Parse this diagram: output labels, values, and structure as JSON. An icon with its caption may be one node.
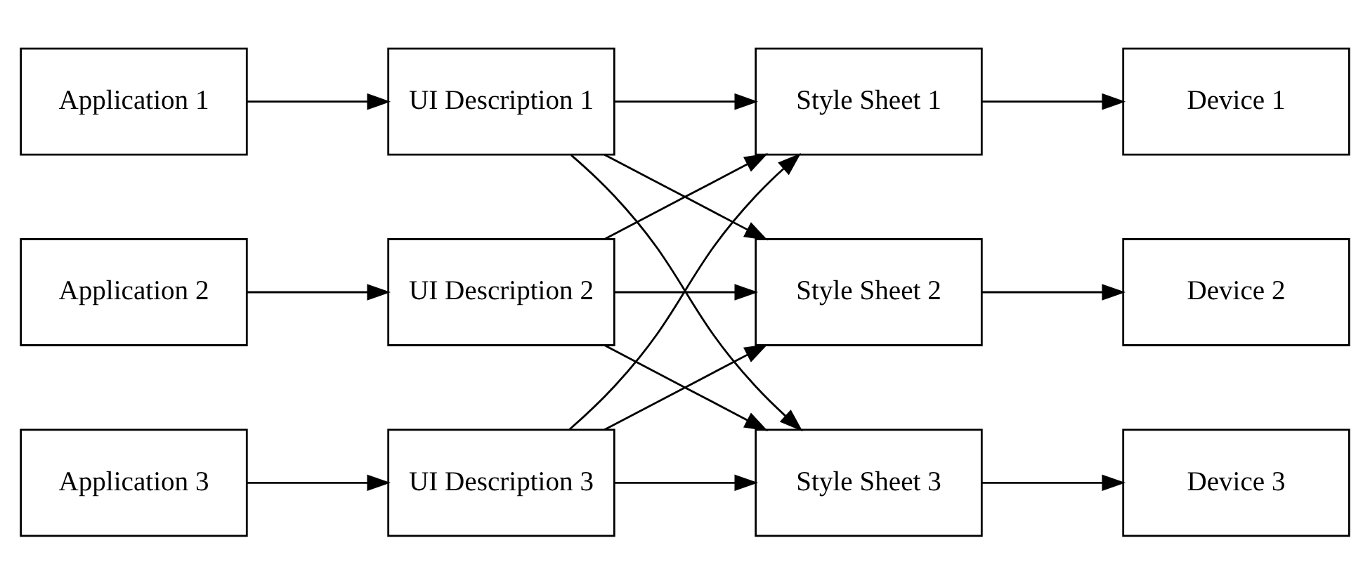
{
  "diagram": {
    "nodes": [
      {
        "text": [
          "Application 1"
        ]
      },
      {
        "text": [
          "UI Description 1"
        ]
      },
      {
        "text": [
          "Style Sheet 1"
        ]
      },
      {
        "text": [
          "Device 1"
        ]
      },
      {
        "text": [
          "Application 2"
        ]
      },
      {
        "text": [
          "UI Description 2"
        ]
      },
      {
        "text": [
          "Style Sheet 2"
        ]
      },
      {
        "text": [
          "Device 2"
        ]
      },
      {
        "text": [
          "Application 3"
        ]
      },
      {
        "text": [
          "UI Description 3"
        ]
      },
      {
        "text": [
          "Style Sheet 3"
        ]
      },
      {
        "text": [
          "Device 3"
        ]
      }
    ],
    "edges": [
      {
        "from": 0,
        "to": 1,
        "arrow": "to"
      },
      {
        "from": 4,
        "to": 5,
        "arrow": "to"
      },
      {
        "from": 8,
        "to": 9,
        "arrow": "to"
      },
      {
        "from": 1,
        "to": 2,
        "arrow": "to"
      },
      {
        "from": 1,
        "to": 6,
        "arrow": "to"
      },
      {
        "from": 1,
        "to": 10,
        "arrow": "to"
      },
      {
        "from": 5,
        "to": 2,
        "arrow": "to"
      },
      {
        "from": 5,
        "to": 6,
        "arrow": "to"
      },
      {
        "from": 5,
        "to": 10,
        "arrow": "to"
      },
      {
        "from": 9,
        "to": 2,
        "arrow": "to"
      },
      {
        "from": 9,
        "to": 6,
        "arrow": "to"
      },
      {
        "from": 9,
        "to": 10,
        "arrow": "to"
      },
      {
        "from": 2,
        "to": 3,
        "arrow": "to"
      },
      {
        "from": 6,
        "to": 7,
        "arrow": "to"
      },
      {
        "from": 10,
        "to": 11,
        "arrow": "to"
      }
    ]
  }
}
